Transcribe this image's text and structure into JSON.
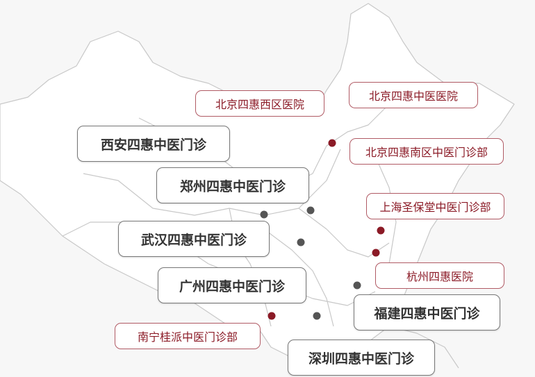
{
  "colors": {
    "red_accent": "#8b1a26",
    "dark_text": "#333333",
    "red_dot": "#8b1a26",
    "gray_dot": "#555555"
  },
  "clinics": {
    "beijing_xicheng": "北京四惠西区医院",
    "beijing_main": "北京四惠中医医院",
    "beijing_south": "北京四惠南区中医门诊部",
    "xian": "西安四惠中医门诊",
    "zhengzhou": "郑州四惠中医门诊",
    "shanghai": "上海圣保堂中医门诊部",
    "wuhan": "武汉四惠中医门诊",
    "hangzhou": "杭州四惠医院",
    "guangzhou": "广州四惠中医门诊",
    "fujian": "福建四惠中医门诊",
    "nanning": "南宁桂派中医门诊部",
    "shenzhen": "深圳四惠中医门诊"
  }
}
